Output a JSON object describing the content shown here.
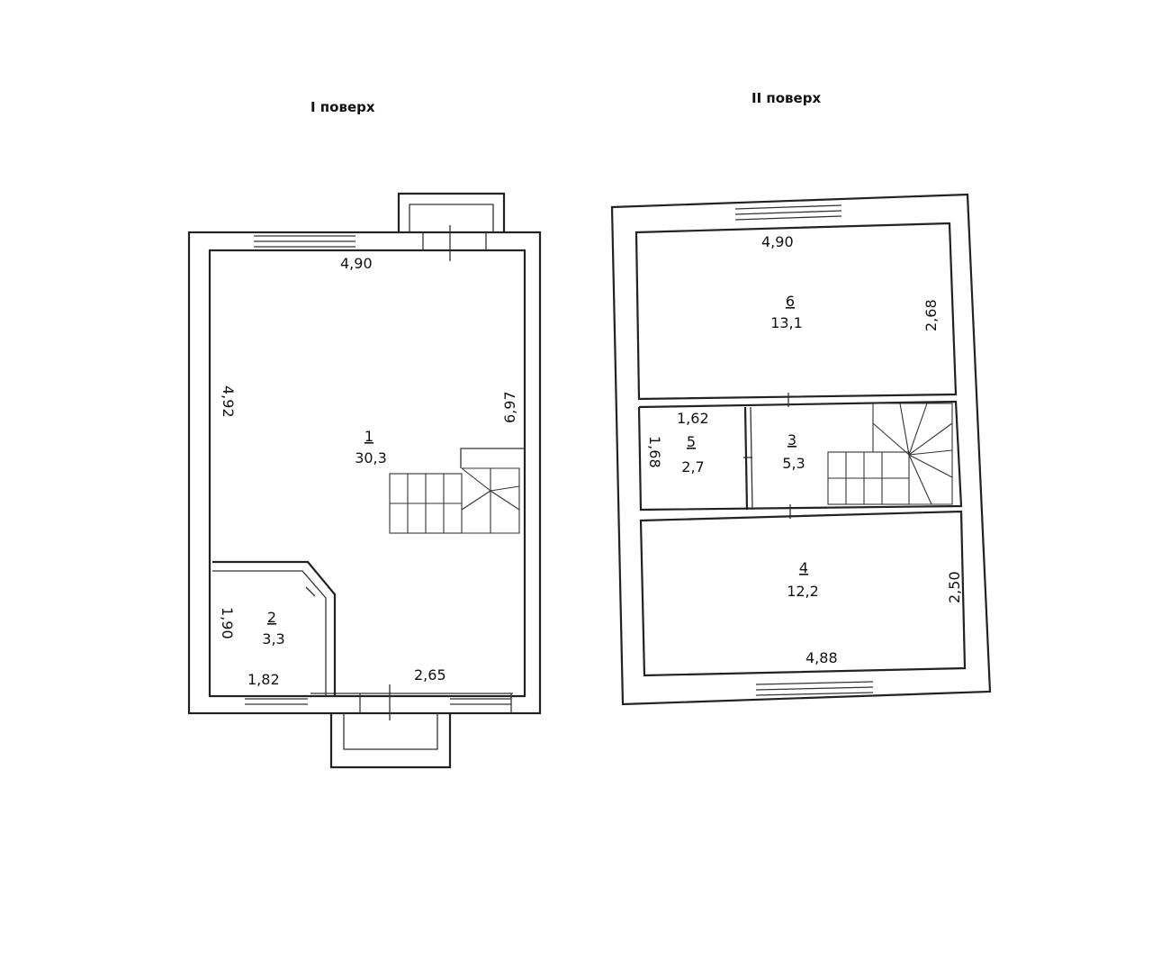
{
  "floor1": {
    "title": "I поверх",
    "dims": {
      "top": "4,90",
      "left": "4,92",
      "right": "6,97",
      "bottom": "2,65",
      "room2_left": "1,90",
      "room2_bottom": "1,82"
    },
    "rooms": [
      {
        "number": "1",
        "area": "30,3"
      },
      {
        "number": "2",
        "area": "3,3"
      }
    ]
  },
  "floor2": {
    "title": "II поверх",
    "dims": {
      "top": "4,90",
      "room6_right": "2,68",
      "room5_top": "1,62",
      "room5_left": "1,68",
      "room4_right": "2,50",
      "bottom": "4,88"
    },
    "rooms": [
      {
        "number": "6",
        "area": "13,1"
      },
      {
        "number": "5",
        "area": "2,7"
      },
      {
        "number": "3",
        "area": "5,3"
      },
      {
        "number": "4",
        "area": "12,2"
      }
    ]
  }
}
